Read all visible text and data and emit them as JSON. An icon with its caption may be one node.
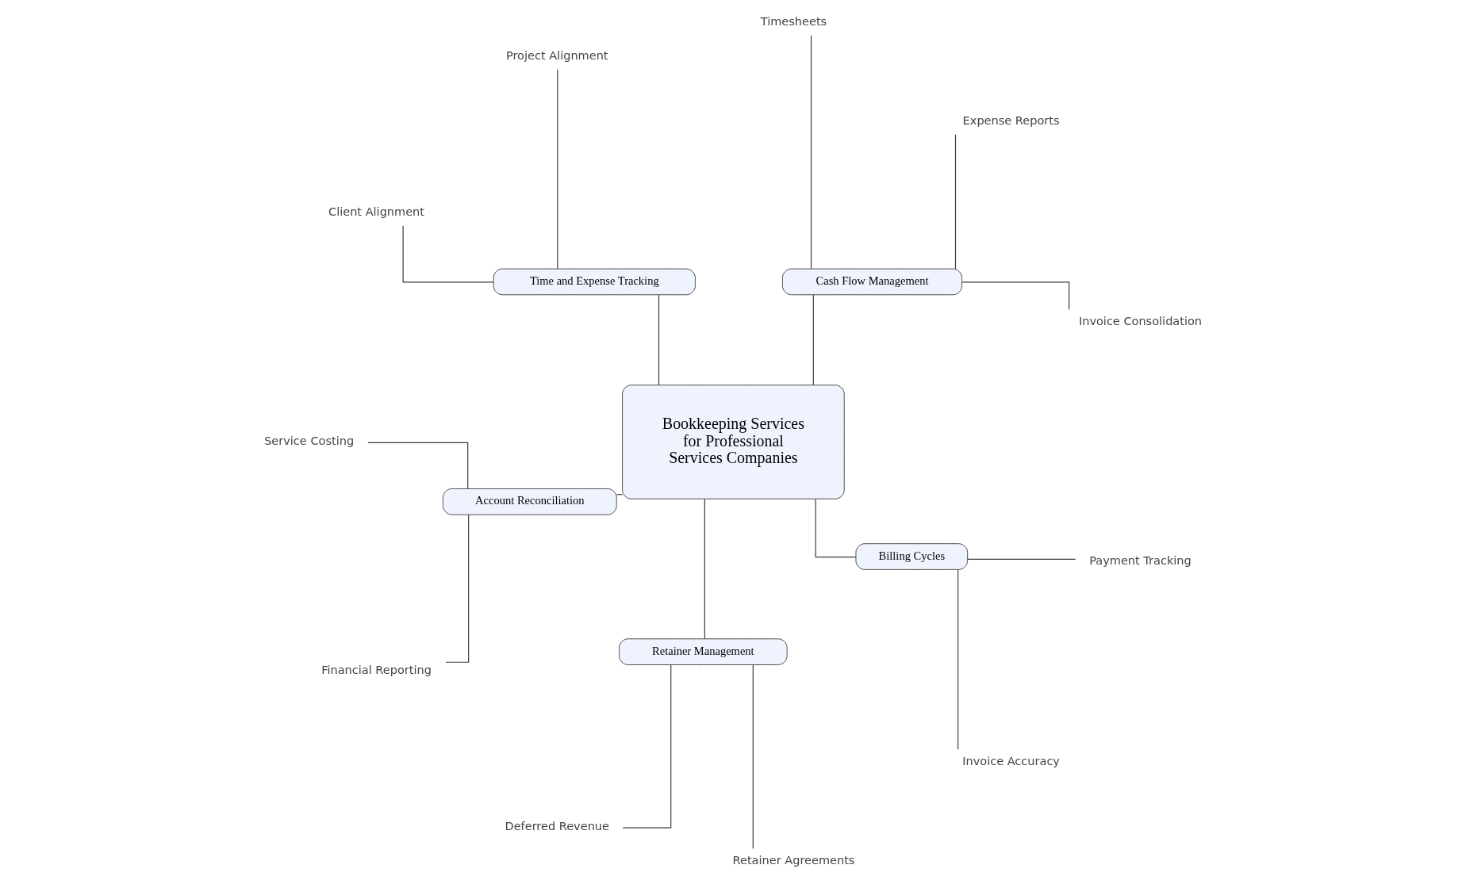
{
  "diagram": {
    "nodes": [
      {
        "text": [
          "Bookkeeping Services for Professional Services Companies"
        ]
      },
      {
        "text": [
          "Cash Flow Management"
        ]
      },
      {
        "text": [
          "Invoice Consolidation"
        ]
      },
      {
        "text": [
          "Expense Reports"
        ]
      },
      {
        "text": [
          "Timesheets"
        ]
      },
      {
        "text": [
          "Time and Expense Tracking"
        ]
      },
      {
        "text": [
          "Project Alignment"
        ]
      },
      {
        "text": [
          "Client Alignment"
        ]
      },
      {
        "text": [
          "Account Reconciliation"
        ]
      },
      {
        "text": [
          "Service Costing"
        ]
      },
      {
        "text": [
          "Financial Reporting"
        ]
      },
      {
        "text": [
          "Retainer Management"
        ]
      },
      {
        "text": [
          "Deferred Revenue"
        ]
      },
      {
        "text": [
          "Retainer Agreements"
        ]
      },
      {
        "text": [
          "Billing Cycles"
        ]
      },
      {
        "text": [
          "Invoice Accuracy"
        ]
      },
      {
        "text": [
          "Payment Tracking"
        ]
      }
    ],
    "edges": [
      {
        "from": 0,
        "to": 1,
        "arrow": "none"
      },
      {
        "from": 1,
        "to": 2,
        "arrow": "none"
      },
      {
        "from": 1,
        "to": 3,
        "arrow": "none"
      },
      {
        "from": 1,
        "to": 4,
        "arrow": "none"
      },
      {
        "from": 0,
        "to": 5,
        "arrow": "none"
      },
      {
        "from": 5,
        "to": 6,
        "arrow": "none"
      },
      {
        "from": 5,
        "to": 7,
        "arrow": "none"
      },
      {
        "from": 0,
        "to": 8,
        "arrow": "none"
      },
      {
        "from": 8,
        "to": 9,
        "arrow": "none"
      },
      {
        "from": 8,
        "to": 10,
        "arrow": "none"
      },
      {
        "from": 0,
        "to": 11,
        "arrow": "none"
      },
      {
        "from": 11,
        "to": 12,
        "arrow": "none"
      },
      {
        "from": 11,
        "to": 13,
        "arrow": "none"
      },
      {
        "from": 0,
        "to": 14,
        "arrow": "none"
      },
      {
        "from": 14,
        "to": 15,
        "arrow": "none"
      },
      {
        "from": 14,
        "to": 16,
        "arrow": "none"
      }
    ]
  }
}
